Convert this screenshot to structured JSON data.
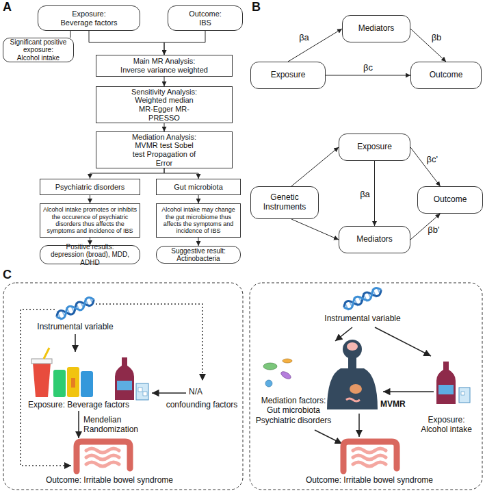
{
  "diagram": {
    "nodes": [
      {
        "text": [
          "Exposure: Beverage factors"
        ]
      },
      {
        "text": [
          "Outcome: IBS"
        ]
      },
      {
        "text": [
          "Significant positive exposure:",
          "Alcohol intake"
        ]
      },
      {
        "text": [
          "Main MR Analysis:",
          "Inverse variance weighted"
        ]
      },
      {
        "text": [
          "Sensitivity Analysis:",
          "Weighted median MR-Egger MR-PRESSO"
        ]
      },
      {
        "text": [
          "Mediation Analysis:",
          "MVMR test Sobel test Propagation of Error"
        ]
      },
      {
        "text": [
          "Psychiatric disorders"
        ]
      },
      {
        "text": [
          "Gut microbiota"
        ]
      },
      {
        "text": [
          "Alcohol intake promotes or inhibits the occurence of psychiatric disorders thus affects the symptoms and incidence of IBS"
        ]
      },
      {
        "text": [
          "Alcohol intake may change the gut microbiome thus affects the symptoms and incidence of IBS"
        ]
      },
      {
        "text": [
          "Positive results:",
          "depression (broad), MDD, ADHD"
        ]
      },
      {
        "text": [
          "Suggestive result:",
          "Actinobacteria"
        ]
      },
      {
        "text": [
          "Mediators"
        ]
      },
      {
        "text": [
          "Exposure"
        ]
      },
      {
        "text": [
          "Outcome"
        ]
      },
      {
        "text": [
          "Exposure"
        ]
      },
      {
        "text": [
          "Genetic Instruments"
        ]
      },
      {
        "text": [
          "Outcome"
        ]
      },
      {
        "text": [
          "Mediators"
        ]
      }
    ],
    "edges": [
      {
        "from": 0,
        "to": 3,
        "arrow": "to"
      },
      {
        "from": 1,
        "to": 3,
        "arrow": "to"
      },
      {
        "from": 0,
        "to": 2,
        "arrow": "none"
      },
      {
        "from": 3,
        "to": 4,
        "arrow": "to"
      },
      {
        "from": 4,
        "to": 5,
        "arrow": "to"
      },
      {
        "from": 5,
        "to": 6,
        "arrow": "to"
      },
      {
        "from": 5,
        "to": 7,
        "arrow": "to"
      },
      {
        "from": 6,
        "to": 8,
        "arrow": "to"
      },
      {
        "from": 7,
        "to": 9,
        "arrow": "to"
      },
      {
        "from": 8,
        "to": 10,
        "arrow": "to"
      },
      {
        "from": 9,
        "to": 11,
        "arrow": "to"
      },
      {
        "from": 13,
        "to": 12,
        "label": "βa",
        "arrow": "to"
      },
      {
        "from": 12,
        "to": 14,
        "label": "βb",
        "arrow": "to"
      },
      {
        "from": 13,
        "to": 14,
        "label": "βc",
        "arrow": "to"
      },
      {
        "from": 16,
        "to": 15,
        "arrow": "to"
      },
      {
        "from": 16,
        "to": 18,
        "arrow": "to"
      },
      {
        "from": 15,
        "to": 18,
        "label": "βa",
        "arrow": "to"
      },
      {
        "from": 15,
        "to": 17,
        "label": "βc'",
        "arrow": "to"
      },
      {
        "from": 18,
        "to": 17,
        "label": "βb'",
        "arrow": "to"
      }
    ],
    "labels": [
      "A",
      "B",
      "C",
      "Instrumental variable",
      "Exposure: Beverage factors",
      "N/A",
      "confounding factors",
      "Mendelian Randomization",
      "Outcome: Irritable bowel syndrome",
      "Instrumental variable",
      "Mediation factors: Gut microbiota Psychiatric disorders",
      "MVMR",
      "Exposure: Alcohol intake",
      "Outcome: Irritable bowel syndrome"
    ]
  }
}
